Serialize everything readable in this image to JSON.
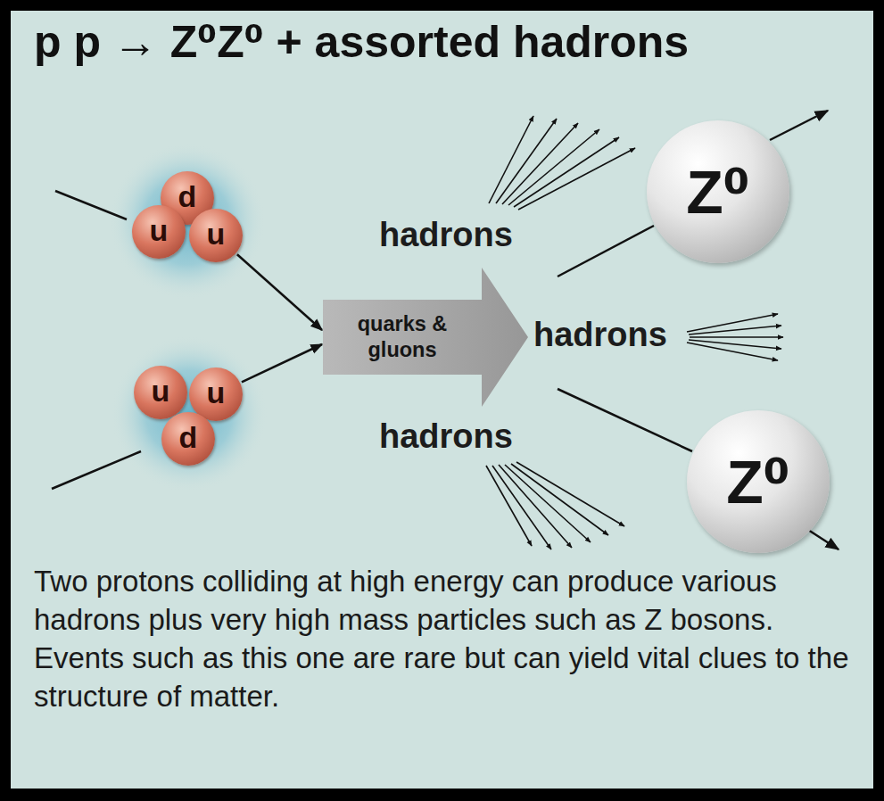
{
  "diagram": {
    "title": "p p → Z⁰Z⁰ + assorted hadrons",
    "caption": "Two protons colliding at high energy can produce various hadrons plus very high mass particles such as Z bosons. Events such as this one are rare but can yield vital clues to the structure of matter.",
    "nodes": [
      {
        "text": [
          "d"
        ]
      },
      {
        "text": [
          "u"
        ]
      },
      {
        "text": [
          "u"
        ]
      },
      {
        "text": [
          "u"
        ]
      },
      {
        "text": [
          "u"
        ]
      },
      {
        "text": [
          "d"
        ]
      },
      {
        "text": [
          "quarks & gluons"
        ]
      },
      {
        "text": [
          "Z⁰"
        ]
      },
      {
        "text": [
          "Z⁰"
        ]
      }
    ],
    "edges": [
      {
        "from": 2,
        "to": 6,
        "arrow": "to"
      },
      {
        "from": 4,
        "to": 6,
        "arrow": "to"
      }
    ],
    "labels": [
      "hadrons",
      "hadrons",
      "hadrons"
    ]
  }
}
